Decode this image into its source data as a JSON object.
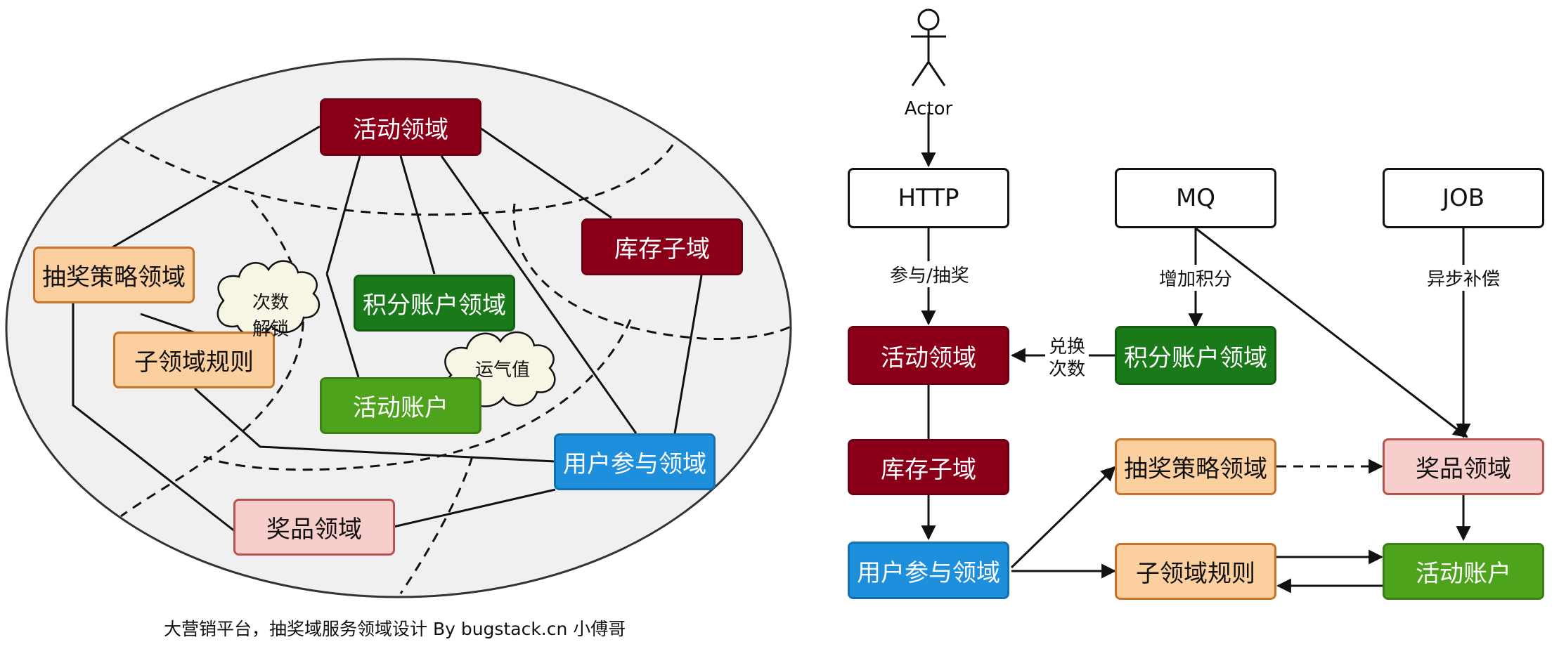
{
  "left_diagram": {
    "nodes": {
      "activity": "活动领域",
      "stock": "库存子域",
      "strategy": "抽奖策略领域",
      "points": "积分账户领域",
      "subrule": "子领域规则",
      "activity_account": "活动账户",
      "user_participate": "用户参与领域",
      "prize": "奖品领域"
    },
    "clouds": {
      "unlock_line1": "次数",
      "unlock_line2": "解锁",
      "luck": "运气值"
    },
    "caption": "大营销平台，抽奖域服务领域设计 By bugstack.cn 小傅哥"
  },
  "right_diagram": {
    "actor": "Actor",
    "entries": {
      "http": "HTTP",
      "mq": "MQ",
      "job": "JOB"
    },
    "nodes": {
      "activity": "活动领域",
      "points": "积分账户领域",
      "stock": "库存子域",
      "strategy": "抽奖策略领域",
      "prize": "奖品领域",
      "user_participate": "用户参与领域",
      "subrule": "子领域规则",
      "activity_account": "活动账户"
    },
    "edge_labels": {
      "participate": "参与/抽奖",
      "add_points": "增加积分",
      "compensate": "异步补偿",
      "exchange_line1": "兑换",
      "exchange_line2": "次数"
    }
  },
  "colors": {
    "red": "#8b0018",
    "dark_green": "#1a7a1a",
    "light_green": "#4ea31c",
    "orange": "#fbcf9e",
    "pink": "#f8cecc",
    "blue": "#1e8fdc",
    "ellipse_fill": "#f0f0f0"
  }
}
